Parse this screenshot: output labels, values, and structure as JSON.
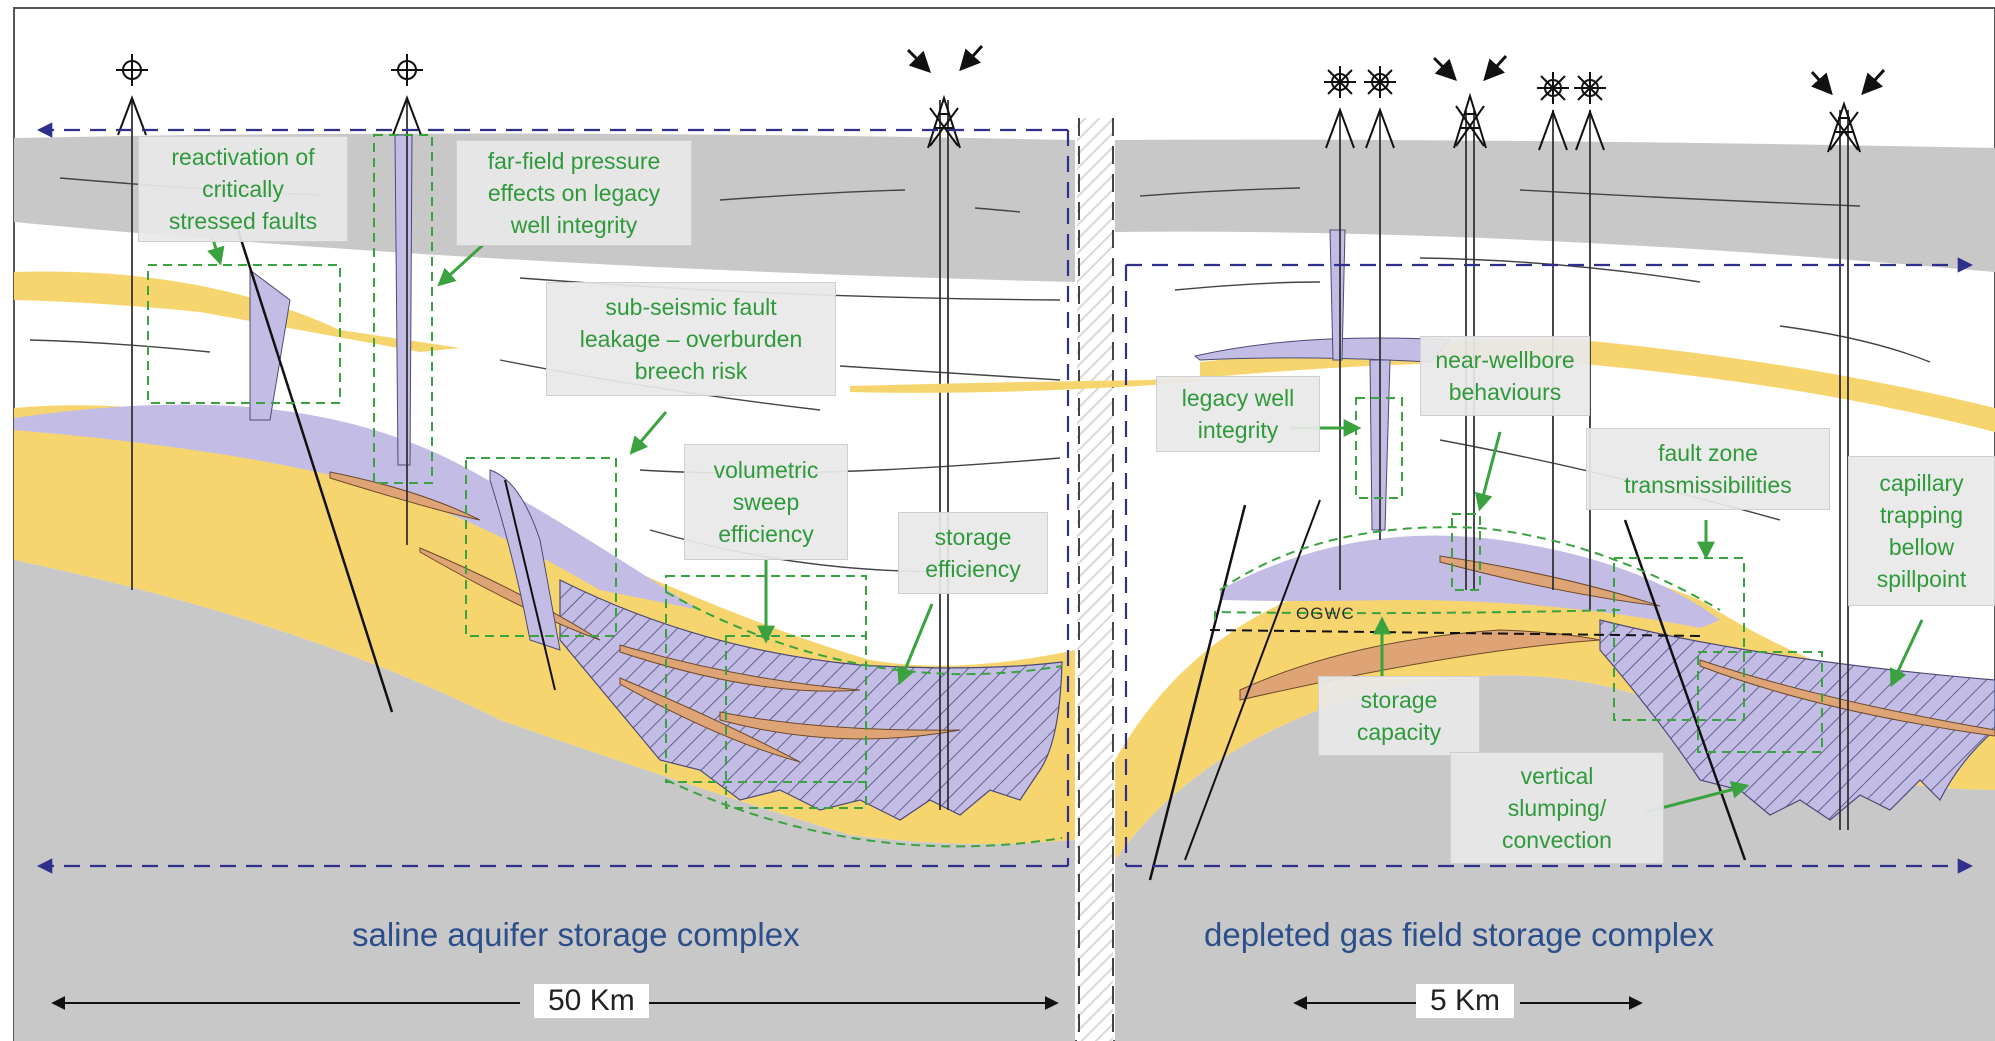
{
  "diagram": {
    "regions": {
      "saline": "saline aquifer storage complex",
      "depleted": "depleted gas field storage complex"
    },
    "scale_bars": {
      "left": "50 Km",
      "right": "5 Km"
    },
    "contact_label": "OGWC",
    "callouts": {
      "reactivation": "reactivation of\ncritically\nstressed faults",
      "far_field": "far-field pressure\neffects on legacy\nwell integrity",
      "sub_seismic": "sub-seismic fault\nleakage – overburden\nbreech risk",
      "volumetric": "volumetric\nsweep\nefficiency",
      "storage_efficiency": "storage\nefficiency",
      "legacy_well": "legacy well\nintegrity",
      "near_wellbore": "near-wellbore\nbehaviours",
      "fault_zone": "fault zone\ntransmissibilities",
      "capillary": "capillary\ntrapping\nbellow\nspillpoint",
      "storage_capacity": "storage\ncapacity",
      "vertical": "vertical\nslumping/\nconvection"
    },
    "colors": {
      "overburden_grey": "#c8c8c8",
      "reservoir_yellow": "#f7d56e",
      "co2_plume_lavender": "#c3bde6",
      "reservoir_lens_tan": "#dfa476",
      "callout_text_green": "#2e9a3a",
      "extent_arrow_navy": "#2f2f8e",
      "region_label_blue": "#2b4f8a"
    },
    "icons": {
      "observation_well": "crosshair-well-icon",
      "production_well": "star-well-icon",
      "injection_well": "injection-arrows-icon"
    }
  }
}
